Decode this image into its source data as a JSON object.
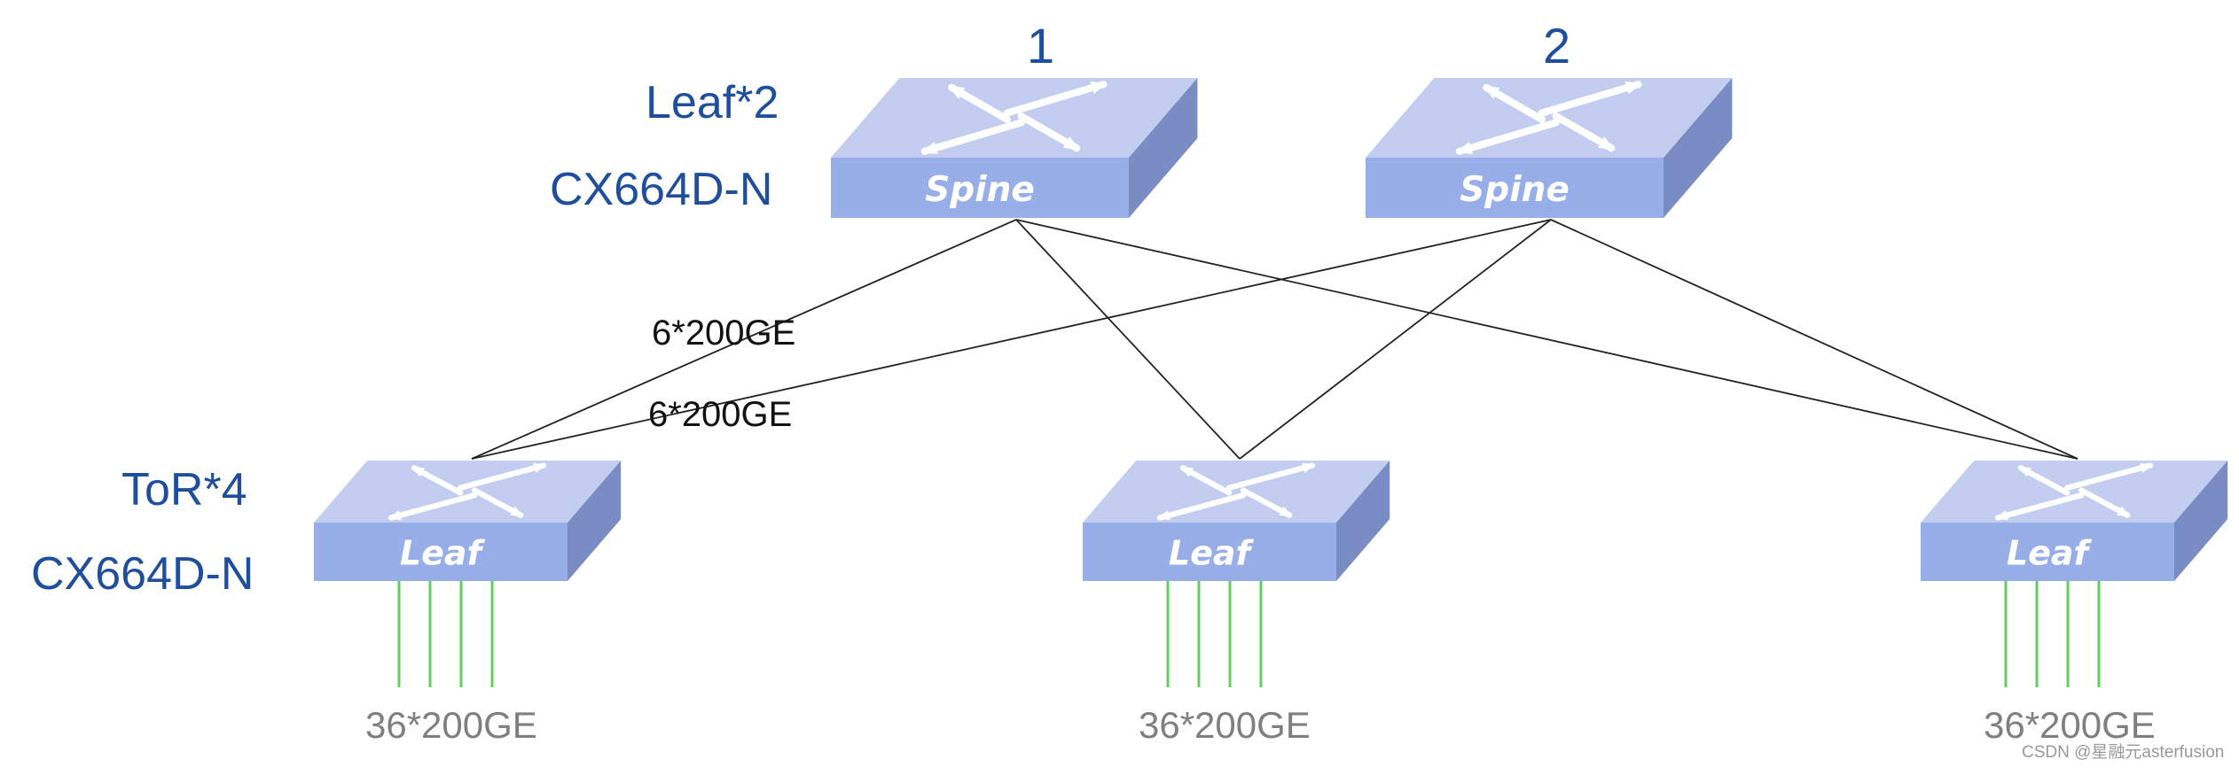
{
  "colors": {
    "label_blue": "#1f4f9c",
    "switch_top": "#c3cdf0",
    "switch_front": "#98aee9",
    "switch_side": "#7a8cc4",
    "arrow": "#ffffff",
    "link_line": "#222222",
    "access_line": "#5fcf5f",
    "port_text": "#7f7f7f"
  },
  "labels": {
    "spine_role": "Leaf*2",
    "spine_model": "CX664D-N",
    "leaf_role": "ToR*4",
    "leaf_model": "CX664D-N",
    "link_a": "6*200GE",
    "link_b": "6*200GE"
  },
  "spines": [
    {
      "number": "1",
      "name": "Spine",
      "icon": "switch-icon"
    },
    {
      "number": "2",
      "name": "Spine",
      "icon": "switch-icon"
    }
  ],
  "leaves": [
    {
      "name": "Leaf",
      "ports": "36*200GE",
      "icon": "switch-icon"
    },
    {
      "name": "Leaf",
      "ports": "36*200GE",
      "icon": "switch-icon"
    },
    {
      "name": "Leaf",
      "ports": "36*200GE",
      "icon": "switch-icon"
    }
  ],
  "links": [
    {
      "from": "spine-1",
      "to": "leaf-1"
    },
    {
      "from": "spine-1",
      "to": "leaf-2"
    },
    {
      "from": "spine-1",
      "to": "leaf-3"
    },
    {
      "from": "spine-2",
      "to": "leaf-1"
    },
    {
      "from": "spine-2",
      "to": "leaf-2"
    },
    {
      "from": "spine-2",
      "to": "leaf-3"
    }
  ],
  "watermark": "CSDN @星融元asterfusion"
}
